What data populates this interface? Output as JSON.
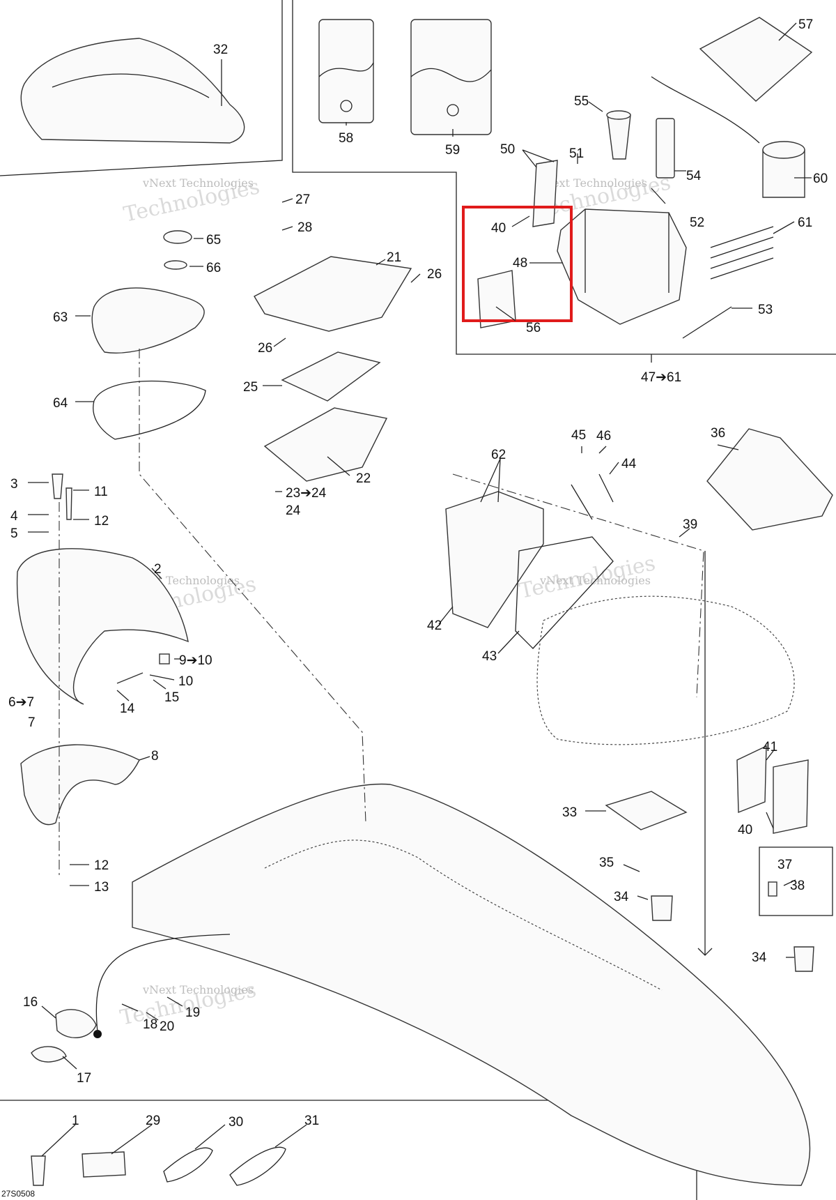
{
  "diagram": {
    "ref_code": "27S0508",
    "watermark": "vNext Technologies",
    "watermark_large": "Technologies",
    "highlight_color": "#e01b1b",
    "group_label": "47➔61",
    "labels": {
      "p1": "1",
      "p2": "2",
      "p3": "3",
      "p4": "4",
      "p5": "5",
      "p6": "6➔7",
      "p7": "7",
      "p8": "8",
      "p9": "9➔10",
      "p10": "10",
      "p11": "11",
      "p12a": "12",
      "p12b": "12",
      "p13": "13",
      "p14": "14",
      "p15": "15",
      "p16": "16",
      "p17": "17",
      "p18": "18",
      "p19": "19",
      "p20": "20",
      "p21": "21",
      "p22": "22",
      "p23": "23➔24",
      "p24": "24",
      "p25": "25",
      "p26a": "26",
      "p26b": "26",
      "p27": "27",
      "p28": "28",
      "p29": "29",
      "p30": "30",
      "p31": "31",
      "p32": "32",
      "p33": "33",
      "p34a": "34",
      "p34b": "34",
      "p35": "35",
      "p36": "36",
      "p37": "37",
      "p38": "38",
      "p39": "39",
      "p40a": "40",
      "p40b": "40",
      "p41": "41",
      "p42": "42",
      "p43": "43",
      "p44": "44",
      "p45": "45",
      "p46": "46",
      "p48": "48",
      "p50": "50",
      "p51": "51",
      "p52": "52",
      "p53": "53",
      "p54": "54",
      "p55": "55",
      "p56": "56",
      "p57": "57",
      "p58": "58",
      "p59": "59",
      "p60": "60",
      "p61": "61",
      "p62": "62",
      "p63": "63",
      "p64": "64",
      "p65": "65",
      "p66": "66"
    }
  }
}
